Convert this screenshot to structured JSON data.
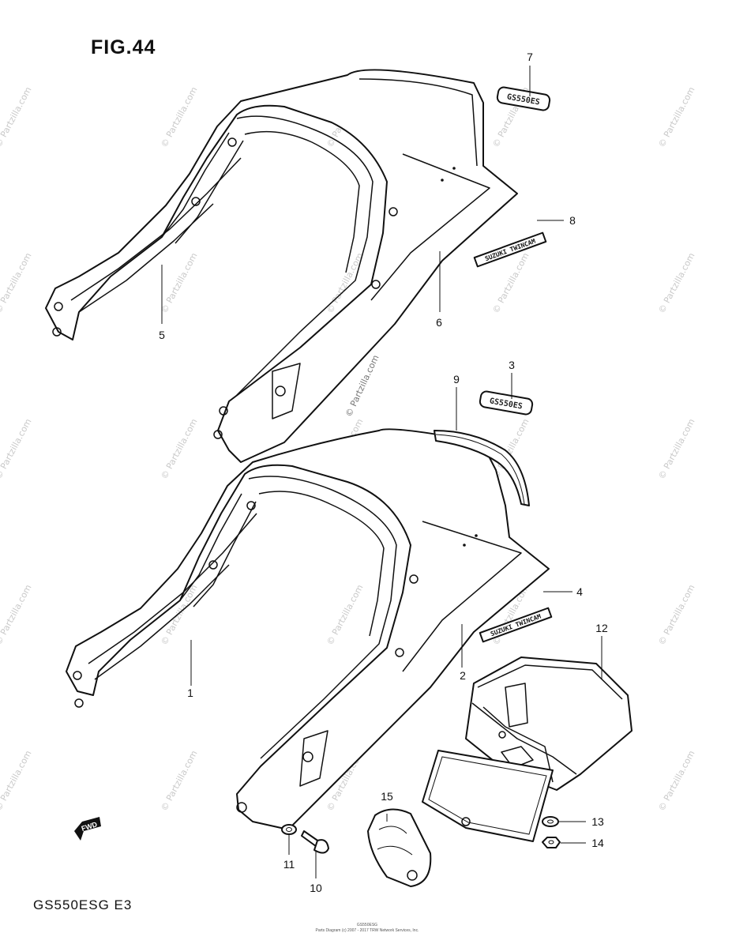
{
  "figure": {
    "title": "FIG.44",
    "model_code": "GS550ESG E3",
    "footer_ref": "GS550ESG",
    "footer_copyright": "Parts Diagram (c) 2007 - 2017 TRW Network Services, Inc."
  },
  "watermark": {
    "text": "© Partzilla.com",
    "center_text": "© Partzilla.com"
  },
  "callouts": [
    {
      "id": "1",
      "label": "1"
    },
    {
      "id": "2",
      "label": "2"
    },
    {
      "id": "3",
      "label": "3"
    },
    {
      "id": "4",
      "label": "4"
    },
    {
      "id": "5",
      "label": "5"
    },
    {
      "id": "6",
      "label": "6"
    },
    {
      "id": "7",
      "label": "7"
    },
    {
      "id": "8",
      "label": "8"
    },
    {
      "id": "9",
      "label": "9"
    },
    {
      "id": "10",
      "label": "10"
    },
    {
      "id": "11",
      "label": "11"
    },
    {
      "id": "12",
      "label": "12"
    },
    {
      "id": "13",
      "label": "13"
    },
    {
      "id": "14",
      "label": "14"
    },
    {
      "id": "15",
      "label": "15"
    }
  ],
  "emblems": {
    "emblem_7": "GS550ES",
    "emblem_3": "GS550ES",
    "stripe_8": "SUZUKI TWINCAM",
    "stripe_4": "SUZUKI TWINCAM"
  },
  "direction_marker": "FWD",
  "colors": {
    "line": "#111111",
    "background": "#ffffff",
    "watermark": "#c9c9c9"
  }
}
